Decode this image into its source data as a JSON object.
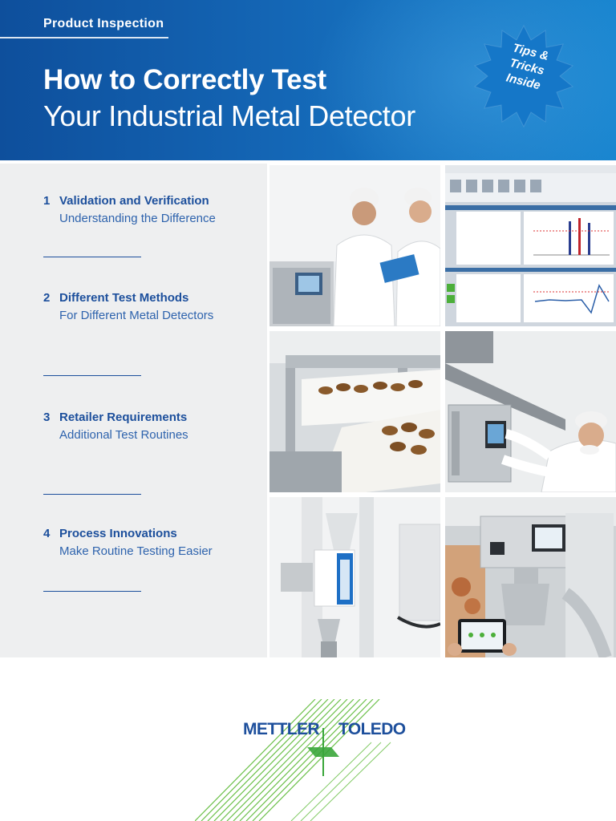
{
  "header": {
    "kicker": "Product Inspection",
    "title_line1": "How to Correctly Test",
    "title_line2": "Your Industrial Metal Detector",
    "badge_lines": [
      "Tips &",
      "Tricks",
      "Inside"
    ]
  },
  "contents": [
    {
      "number": "1",
      "title": "Validation and Verification",
      "subtitle": "Understanding the Difference"
    },
    {
      "number": "2",
      "title": "Different Test Methods",
      "subtitle": "For Different Metal Detectors"
    },
    {
      "number": "3",
      "title": "Retailer Requirements",
      "subtitle": "Additional Test Routines"
    },
    {
      "number": "4",
      "title": "Process Innovations",
      "subtitle": "Make Routine Testing Easier"
    }
  ],
  "photos": [
    {
      "icon": "scientists-photo"
    },
    {
      "icon": "software-screenshot"
    },
    {
      "icon": "conveyor-cookies-photo"
    },
    {
      "icon": "operator-touchscreen-photo"
    },
    {
      "icon": "gravity-detector-photo"
    },
    {
      "icon": "tablet-remote-photo"
    }
  ],
  "logo": {
    "left_word": "METTLER",
    "right_word": "TOLEDO"
  },
  "colors": {
    "brand_blue": "#1c4f9c",
    "header_blue": "#1466b5",
    "badge_blue": "#1577c8",
    "panel_grey": "#eeeff0",
    "logo_green": "#4cae3a"
  }
}
